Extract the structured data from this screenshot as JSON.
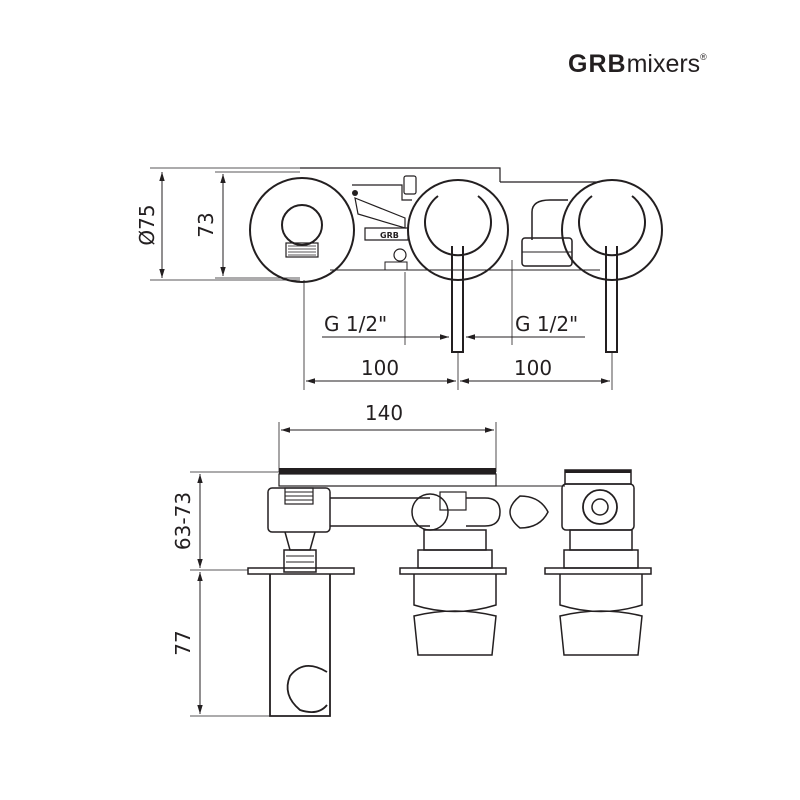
{
  "brand": {
    "logo_text": "GRB",
    "logo_word": "mixers",
    "logo_mark": "®"
  },
  "dimensions": {
    "diameter": "Ø75",
    "height_top": "73",
    "thread_left": "G 1/2\"",
    "thread_right": "G 1/2\"",
    "spacing_left": "100",
    "spacing_right": "100",
    "width": "140",
    "depth_range": "63-73",
    "depth_lower": "77"
  },
  "labels": {
    "body_stamp": "GRB"
  },
  "colors": {
    "line": "#231f20",
    "background": "#ffffff"
  }
}
